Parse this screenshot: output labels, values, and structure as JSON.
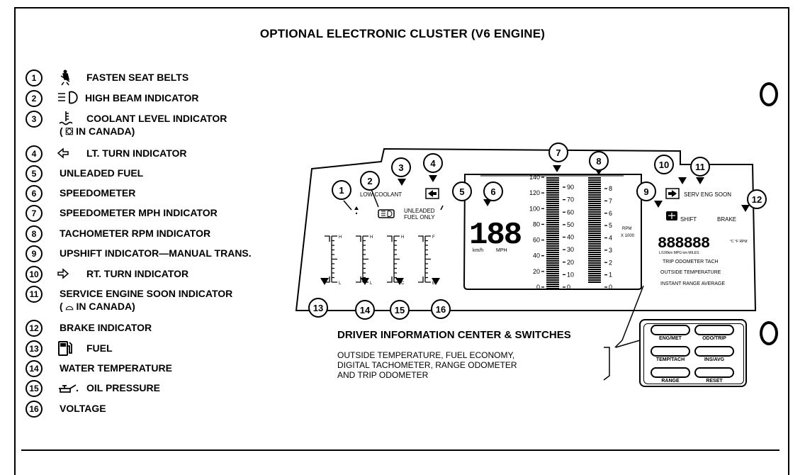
{
  "title": "OPTIONAL ELECTRONIC CLUSTER (V6 ENGINE)",
  "legend": [
    {
      "num": "1",
      "icon": "seat-belt-icon",
      "label": "FASTEN SEAT BELTS"
    },
    {
      "num": "2",
      "icon": "high-beam-icon",
      "label": "HIGH BEAM INDICATOR"
    },
    {
      "num": "3",
      "icon": "coolant-level-icon",
      "label": "COOLANT LEVEL INDICATOR",
      "sub": "( ⛋ IN CANADA)"
    },
    {
      "num": "4",
      "icon": "left-arrow-icon",
      "label": "LT. TURN INDICATOR"
    },
    {
      "num": "5",
      "icon": "",
      "label": "UNLEADED FUEL"
    },
    {
      "num": "6",
      "icon": "",
      "label": "SPEEDOMETER"
    },
    {
      "num": "7",
      "icon": "",
      "label": "SPEEDOMETER MPH INDICATOR"
    },
    {
      "num": "8",
      "icon": "",
      "label": "TACHOMETER RPM INDICATOR"
    },
    {
      "num": "9",
      "icon": "",
      "label": "UPSHIFT INDICATOR—MANUAL TRANS."
    },
    {
      "num": "10",
      "icon": "right-arrow-icon",
      "label": "RT. TURN INDICATOR"
    },
    {
      "num": "11",
      "icon": "",
      "label": "SERVICE ENGINE SOON INDICATOR",
      "sub": "( ⌓ IN CANADA)"
    },
    {
      "num": "12",
      "icon": "",
      "label": "BRAKE INDICATOR"
    },
    {
      "num": "13",
      "icon": "fuel-pump-icon",
      "label": "FUEL"
    },
    {
      "num": "14",
      "icon": "",
      "label": "WATER TEMPERATURE"
    },
    {
      "num": "15",
      "icon": "oil-can-icon",
      "label": "OIL PRESSURE"
    },
    {
      "num": "16",
      "icon": "",
      "label": "VOLTAGE"
    }
  ],
  "cluster": {
    "callouts": [
      "1",
      "2",
      "3",
      "4",
      "5",
      "6",
      "7",
      "8",
      "9",
      "10",
      "11",
      "12",
      "13",
      "14",
      "15",
      "16"
    ],
    "low_coolant": "LOW COOLANT",
    "unleaded_line1": "UNLEADED",
    "unleaded_line2": "FUEL ONLY",
    "speed_digits": "188",
    "kmh": "km/h",
    "mph": "MPH",
    "mph_scale": [
      "140",
      "120",
      "100",
      "80",
      "60",
      "40",
      "20",
      "0"
    ],
    "kmh_scale": [
      "90",
      "70",
      "60",
      "50",
      "40",
      "30",
      "20",
      "10",
      "0"
    ],
    "rpm_scale": [
      "8",
      "7",
      "6",
      "5",
      "4",
      "3",
      "2",
      "1",
      "0"
    ],
    "rpm_label": "RPM",
    "rpm_mult": "X 1000",
    "service_engine_soon": "SERV ENG SOON",
    "shift": "SHIFT",
    "brake": "BRAKE",
    "dic_digits": "888888",
    "dic_units": "L/100km MPG km MILES",
    "dic_side": "°C °F RPM",
    "dic_line1": "TRIP ODOMETER TACH",
    "dic_line2": "OUTSIDE TEMPERATURE",
    "dic_line3": "INSTANT RANGE AVERAGE"
  },
  "dic": {
    "title": "DRIVER INFORMATION CENTER & SWITCHES",
    "lines": [
      "OUTSIDE TEMPERATURE, FUEL ECONOMY,",
      "DIGITAL TACHOMETER, RANGE ODOMETER",
      "AND TRIP ODOMETER"
    ],
    "switches": [
      "ENG/MET",
      "ODO/TRIP",
      "TEMP/TACH",
      "INS/AVG",
      "RANGE",
      "RESET"
    ]
  }
}
